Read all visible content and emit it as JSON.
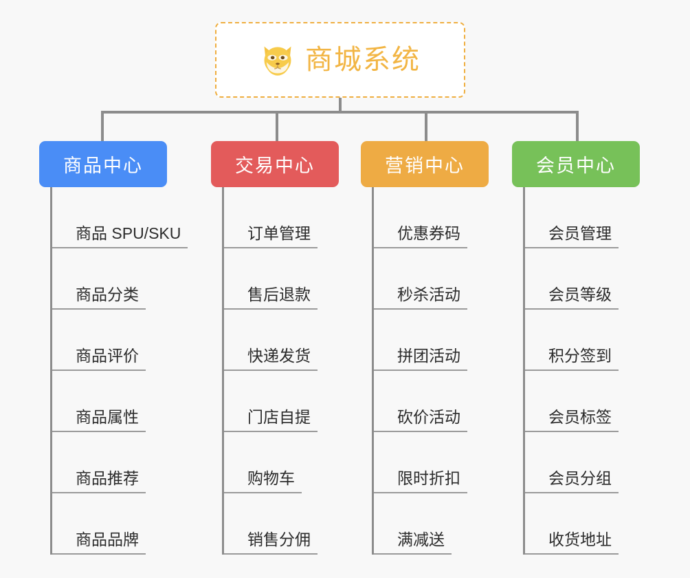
{
  "page": {
    "background_color": "#f8f8f8",
    "type": "mindmap-tree"
  },
  "root": {
    "icon": "shiba-dog-face-icon",
    "title": "商城系统",
    "text_color": "#f2b544",
    "border_color": "#efae3f",
    "background_color": "#ffffff"
  },
  "connector": {
    "color": "#8c8c8c"
  },
  "branches": [
    {
      "title": "商品中心",
      "color": "#4a8df6",
      "items": [
        "商品 SPU/SKU",
        "商品分类",
        "商品评价",
        "商品属性",
        "商品推荐",
        "商品品牌"
      ]
    },
    {
      "title": "交易中心",
      "color": "#e35b5b",
      "items": [
        "订单管理",
        "售后退款",
        "快递发货",
        "门店自提",
        "购物车",
        "销售分佣"
      ]
    },
    {
      "title": "营销中心",
      "color": "#eeab44",
      "items": [
        "优惠券码",
        "秒杀活动",
        "拼团活动",
        "砍价活动",
        "限时折扣",
        "满减送"
      ]
    },
    {
      "title": "会员中心",
      "color": "#77c159",
      "items": [
        "会员管理",
        "会员等级",
        "积分签到",
        "会员标签",
        "会员分组",
        "收货地址"
      ]
    }
  ]
}
